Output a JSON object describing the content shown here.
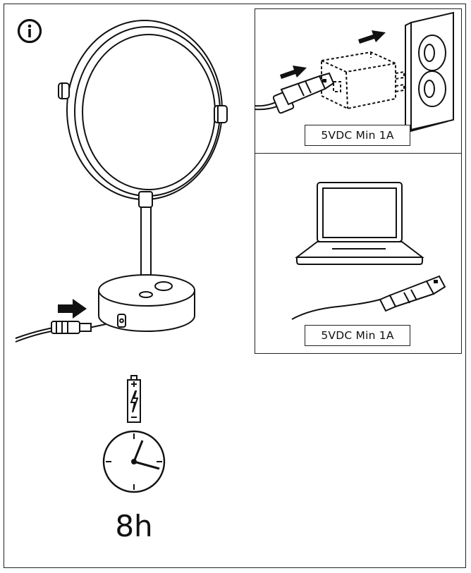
{
  "charge_panel": {
    "adapter_spec": "5VDC Min 1A",
    "usb_spec": "5VDC Min 1A"
  },
  "charge_time": {
    "duration": "8h"
  }
}
